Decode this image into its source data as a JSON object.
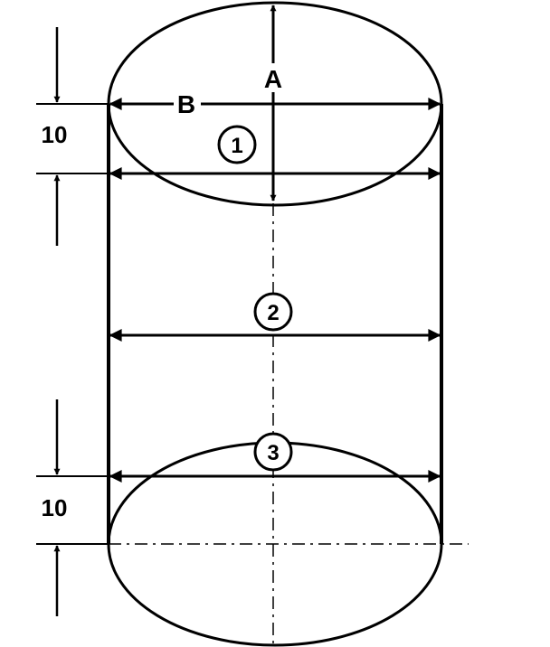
{
  "labels": {
    "dimension_a": "A",
    "dimension_b": "B",
    "offset_top": "10",
    "offset_bottom": "10",
    "position_1": "1",
    "position_2": "2",
    "position_3": "3"
  },
  "colors": {
    "ink": "#000000",
    "background": "#ffffff"
  }
}
